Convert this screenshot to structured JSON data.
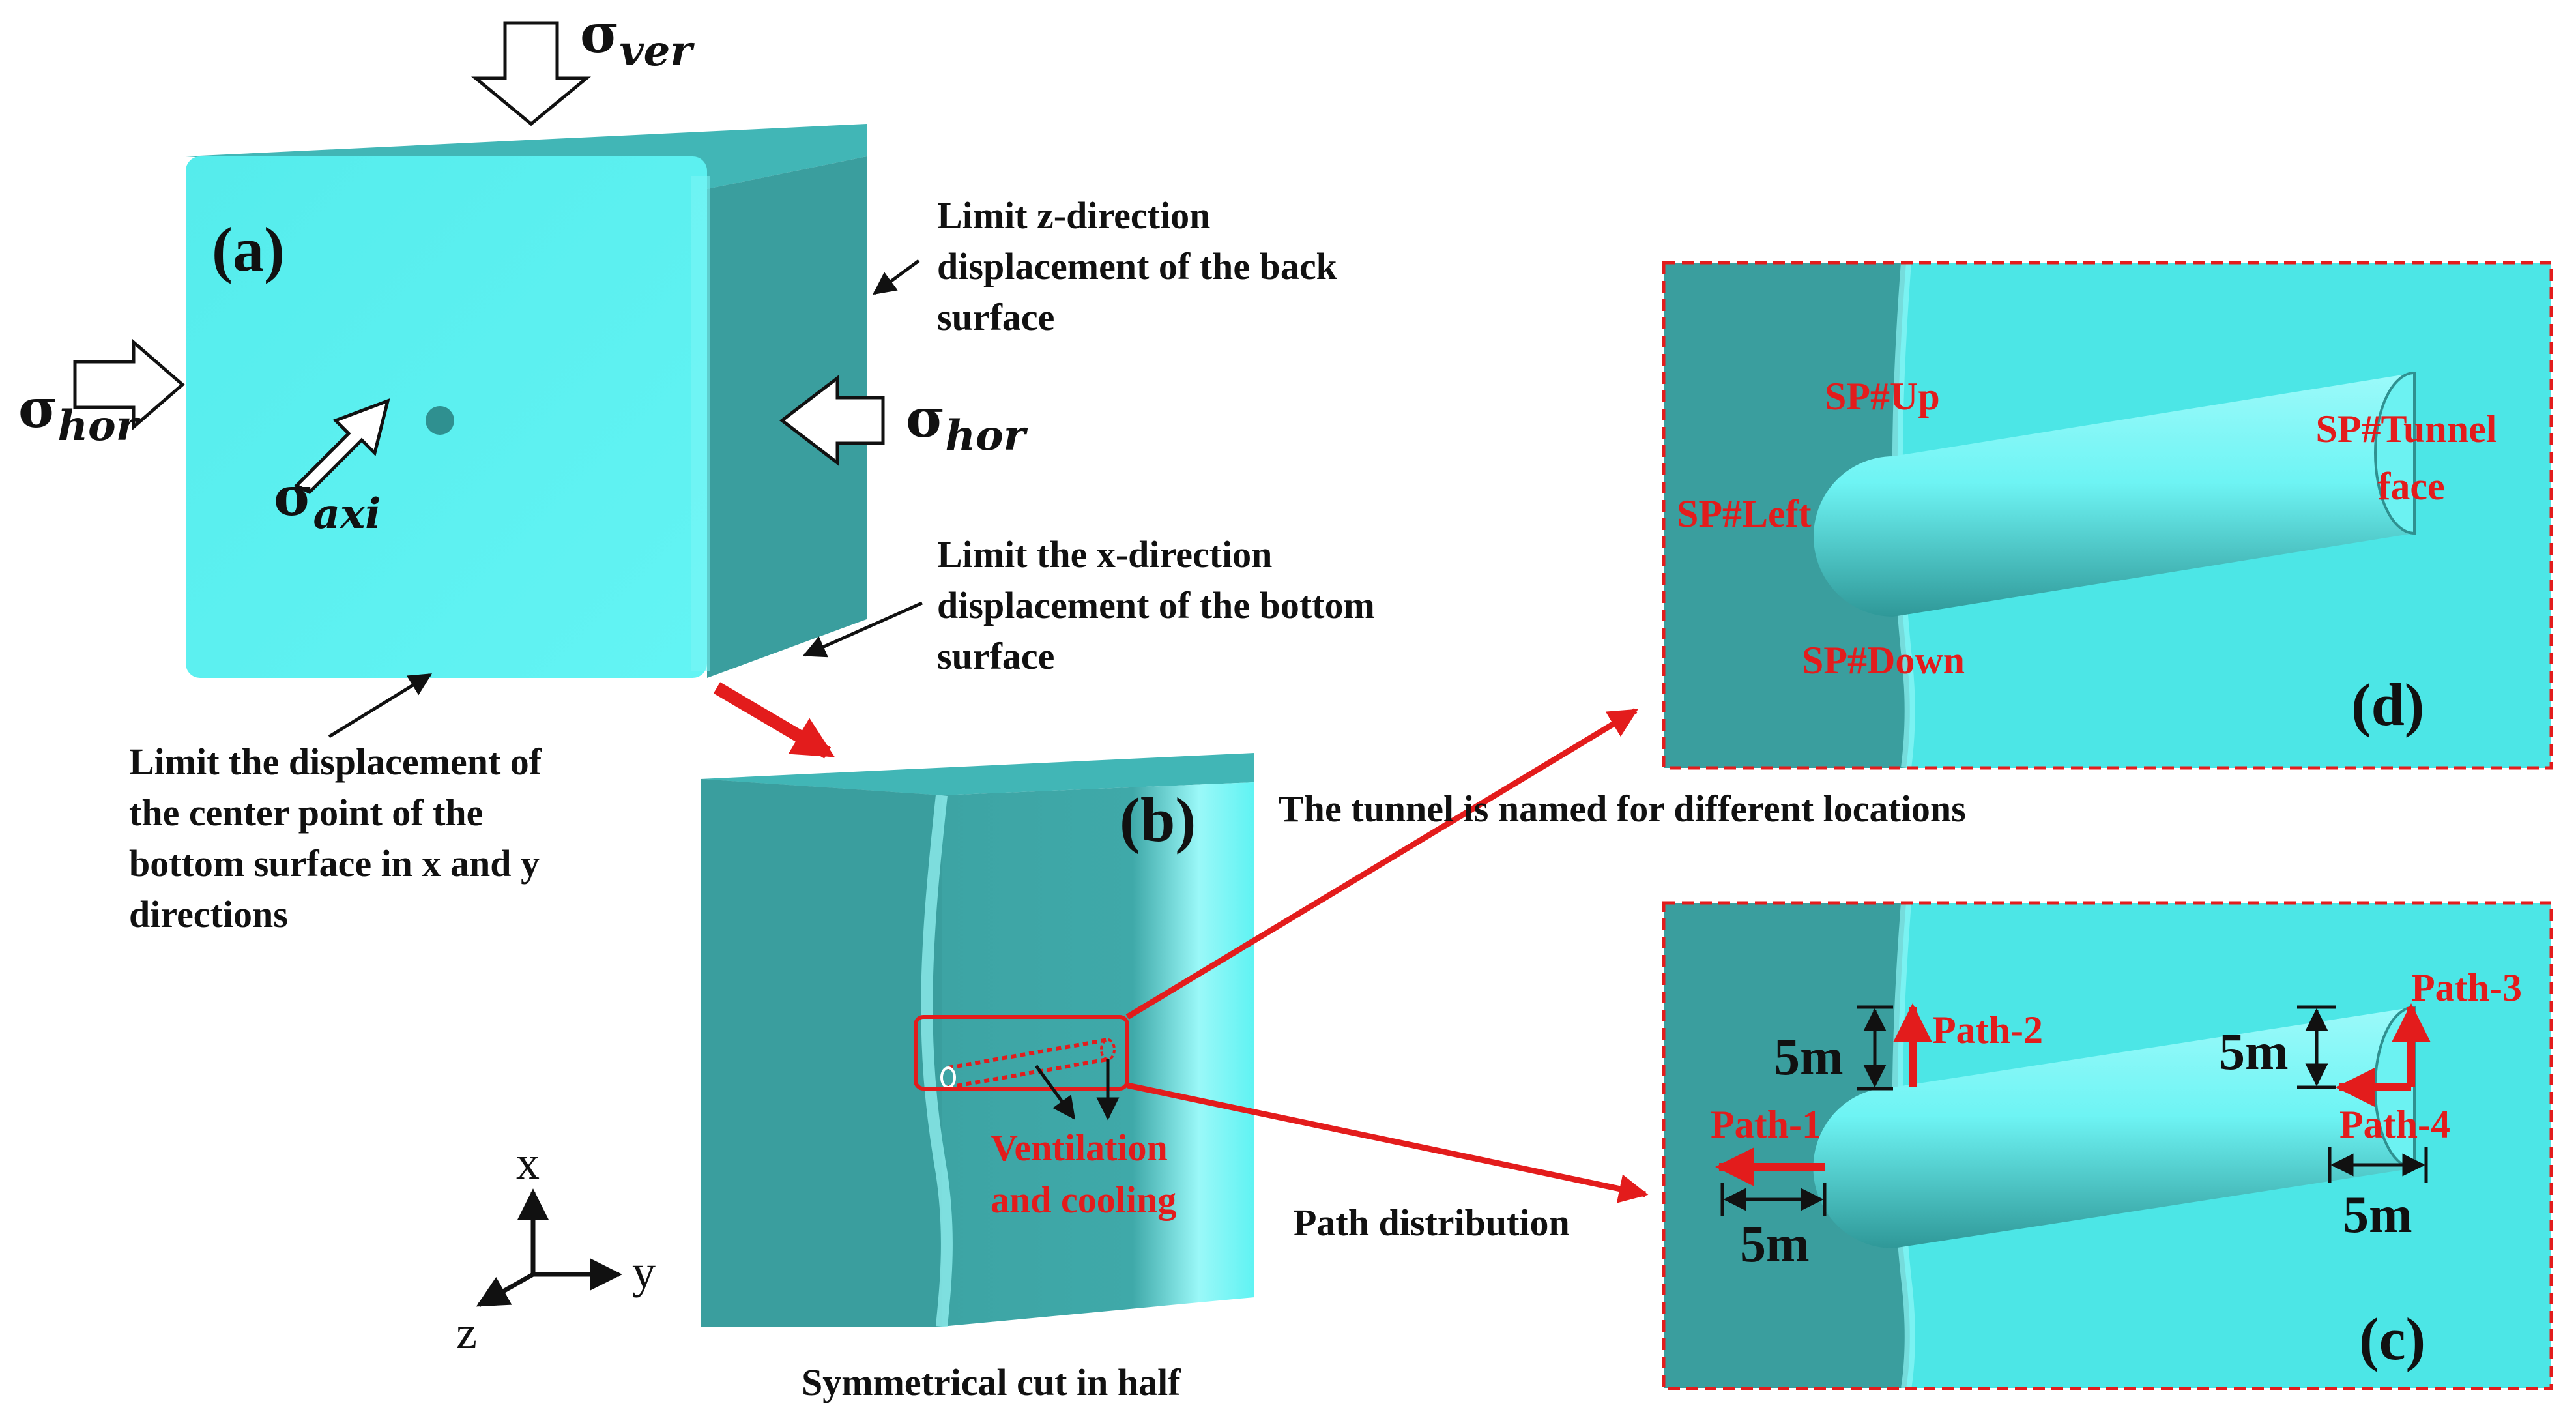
{
  "panels": {
    "a": {
      "tag": "(a)"
    },
    "b": {
      "tag": "(b)",
      "caption": "Symmetrical cut in half"
    },
    "c": {
      "tag": "(c)",
      "caption": "Path distribution"
    },
    "d": {
      "tag": "(d)",
      "caption": "The tunnel is named for different locations"
    }
  },
  "stresses": {
    "symbol": "σ",
    "vertical": "ver",
    "horizontal_left": "hor",
    "horizontal_right": "hor",
    "axial": "axi"
  },
  "constraints": {
    "back_surface": [
      "Limit z-direction",
      "displacement of the back",
      "surface"
    ],
    "bottom_surface": [
      "Limit the x-direction",
      "displacement of the bottom",
      "surface"
    ],
    "center_point": [
      "Limit the displacement of",
      "the center point of the",
      "bottom surface in x and y",
      "directions"
    ]
  },
  "ventilation": [
    "Ventilation",
    "and cooling"
  ],
  "axes": {
    "x": "x",
    "y": "y",
    "z": "z"
  },
  "tunnel_locations": {
    "up": "SP#Up",
    "left": "SP#Left",
    "down": "SP#Down",
    "face": [
      "SP#Tunnel",
      "face"
    ]
  },
  "paths": {
    "path1": "Path-1",
    "path2": "Path-2",
    "path3": "Path-3",
    "path4": "Path-4",
    "dim_path1": "5m",
    "dim_path2": "5m",
    "dim_path3": "5m",
    "dim_path4": "5m"
  },
  "colors": {
    "cube_front": "#5cf0f0",
    "cube_side": "#3a9e9e",
    "cube_top": "#41b6b6",
    "accent_red": "#e31c1c",
    "tunnel_light": "#7ff7f7"
  }
}
